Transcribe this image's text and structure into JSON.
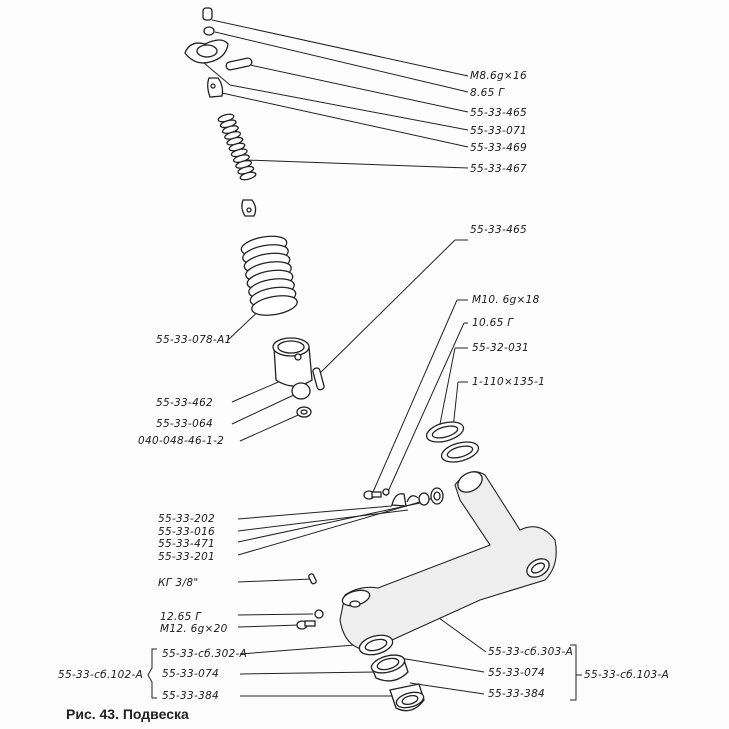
{
  "figure": {
    "caption": "Рис. 43. Подвеска"
  },
  "labels_right_top": [
    "M8.6g×16",
    "8.65 Г",
    "55-33-465",
    "55-33-071",
    "55-33-469",
    "55-33-467"
  ],
  "labels_right_mid": [
    "55-33-465",
    "M10. 6g×18",
    "10.65 Г",
    "55-32-031",
    "1-110×135-1"
  ],
  "labels_left_mid": [
    "55-33-078-A1",
    "55-33-462",
    "55-33-064",
    "040-048-46-1-2"
  ],
  "labels_left_low": [
    "55-33-202",
    "55-33-016",
    "55-33-471",
    "55-33-201",
    "КГ 3/8\"",
    "12.65 Г",
    "M12. 6g×20"
  ],
  "assembly_left": {
    "name": "55-33-сб.102-А",
    "items": [
      "55-33-сб.302-А",
      "55-33-074",
      "55-33-384"
    ]
  },
  "assembly_right": {
    "name": "55-33-сб.103-А",
    "items": [
      "55-33-сб.303-А",
      "55-33-074",
      "55-33-384"
    ]
  }
}
